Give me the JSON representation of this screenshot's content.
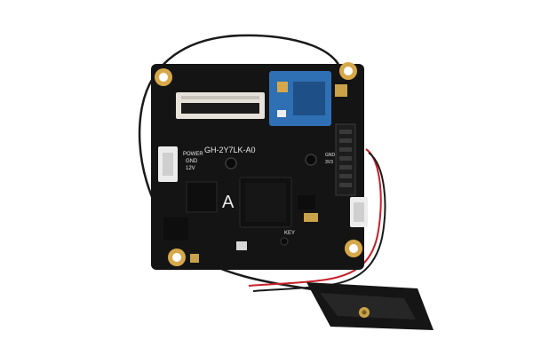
{
  "photo": {
    "subject": "camera module circuit board with antenna wire",
    "board_color": "#141414",
    "module_color": "#2f6fb3",
    "pad_color": "#d7a84a"
  },
  "silkscreen": {
    "model": "GH-2Y7LK-A0",
    "power": "POWER",
    "gnd": "GND",
    "v12": "12V",
    "variant": "A",
    "key": "KEY",
    "pin_labels": [
      "GND",
      "3V3"
    ]
  }
}
